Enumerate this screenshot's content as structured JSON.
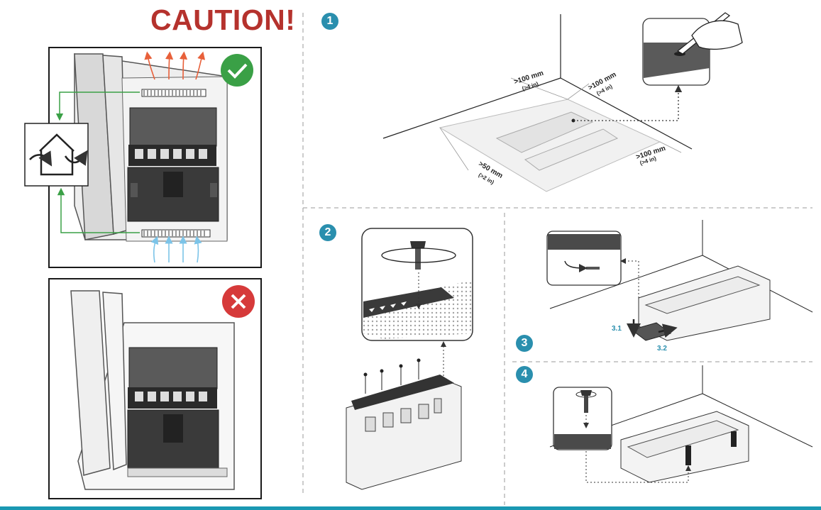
{
  "colors": {
    "caution": "#b5322d",
    "teal": "#2a8fae",
    "ok": "#3aa046",
    "bad": "#d63a3a",
    "warm_arrow": "#e8603a",
    "cool_arrow": "#7cc4e8"
  },
  "caution": {
    "title": "CAUTION!"
  },
  "steps": {
    "s1": {
      "number": "1",
      "top": ">100 mm",
      "top_sub": "(>4 in)",
      "right_top": ">100 mm",
      "right_top_sub": "(>4 in)",
      "right": ">100 mm",
      "right_sub": "(>4 in)",
      "left": ">50 mm",
      "left_sub": "(>2 in)"
    },
    "s2": {
      "number": "2"
    },
    "s3": {
      "number": "3",
      "sub1": "3.1",
      "sub2": "3.2"
    },
    "s4": {
      "number": "4"
    }
  },
  "icons": [
    "check-icon",
    "cross-icon",
    "house-airflow-icon",
    "pen-hand-icon",
    "screw-icon"
  ]
}
